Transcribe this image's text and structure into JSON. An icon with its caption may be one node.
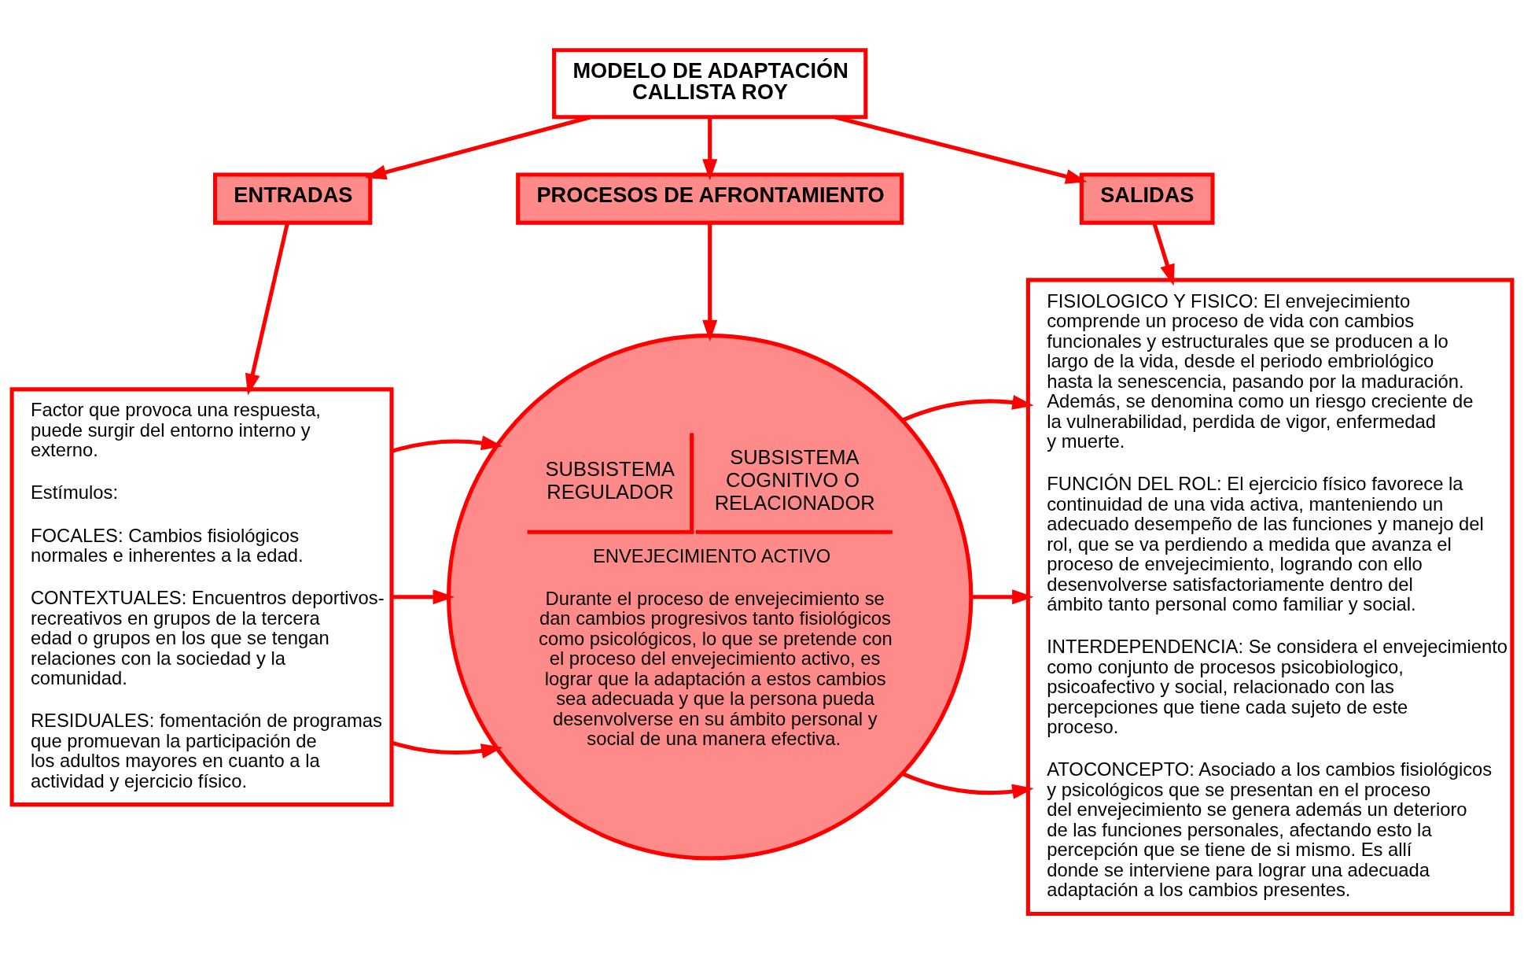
{
  "diagram": {
    "nodes": [
      {
        "text": [
          "MODELO DE ADAPTACIÓN CALLISTA ROY"
        ]
      },
      {
        "text": [
          "ENTRADAS"
        ]
      },
      {
        "text": [
          "PROCESOS DE AFRONTAMIENTO"
        ]
      },
      {
        "text": [
          "SALIDAS"
        ]
      },
      {
        "text": [
          "Factor que provoca una respuesta, puede surgir del entorno interno y externo.",
          "Estímulos:",
          "FOCALES: Cambios fisiológicos normales e inherentes a la edad.",
          "CONTEXTUALES: Encuentros deportivos-recreativos en grupos de la tercera edad o grupos en los que se tengan relaciones con la sociedad y la comunidad.",
          "RESIDUALES: fomentación de programas que promuevan la participación de los adultos mayores en cuanto a la actividad y ejercicio físico."
        ]
      },
      {
        "text": [],
        "shape": "circle"
      },
      {
        "text": [
          "SUBSISTEMA REGULADOR"
        ],
        "in": 5
      },
      {
        "text": [
          "SUBSISTEMA COGNITIVO O RELACIONADOR"
        ],
        "in": 5
      },
      {
        "text": [
          "ENVEJECIMIENTO ACTIVO",
          "Durante el proceso de envejecimiento se dan cambios progresivos tanto fisiológicos como psicológicos, lo que se pretende con el proceso del envejecimiento activo, es lograr que la adaptación a estos cambios sea adecuada y que la persona pueda desenvolverse en su ámbito personal y social de una manera efectiva."
        ],
        "in": 5
      },
      {
        "text": [
          "FISIOLOGICO Y FISICO: El envejecimiento comprende un proceso de vida con cambios funcionales y estructurales que se producen a lo largo de la vida, desde el periodo embriológico hasta la senescencia, pasando por la maduración. Además, se denomina como un riesgo creciente de la vulnerabilidad, perdida de vigor, enfermedad y muerte.",
          "FUNCIÓN DEL ROL: El ejercicio físico favorece la continuidad de una vida activa, manteniendo un adecuado desempeño de las funciones y manejo del rol, que se va perdiendo a medida que avanza el proceso de envejecimiento, logrando con ello desenvolverse satisfactoriamente dentro del ámbito tanto personal como familiar y social.",
          "INTERDEPENDENCIA: Se considera el envejecimiento como conjunto de procesos psicobiologico, psicoafectivo y social, relacionado con las percepciones que tiene cada sujeto de este proceso.",
          "ATOCONCEPTO: Asociado a los cambios fisiológicos y psicológicos que se presentan en el proceso del envejecimiento se genera además un deterioro de las funciones personales, afectando esto la percepción que se tiene de si mismo. Es allí donde se interviene para lograr una adecuada adaptación a los cambios presentes."
        ]
      }
    ],
    "edges": [
      {
        "from": 0,
        "to": 1,
        "arrow": "to"
      },
      {
        "from": 0,
        "to": 2,
        "arrow": "to"
      },
      {
        "from": 0,
        "to": 3,
        "arrow": "to"
      },
      {
        "from": 1,
        "to": 4,
        "arrow": "to"
      },
      {
        "from": 2,
        "to": 5,
        "arrow": "to"
      },
      {
        "from": 3,
        "to": 9,
        "arrow": "to"
      },
      {
        "from": 4,
        "to": 5,
        "arrow": "to"
      },
      {
        "from": 4,
        "to": 5,
        "arrow": "to"
      },
      {
        "from": 4,
        "to": 5,
        "arrow": "to"
      },
      {
        "from": 5,
        "to": 9,
        "arrow": "to"
      },
      {
        "from": 5,
        "to": 9,
        "arrow": "to"
      },
      {
        "from": 5,
        "to": 9,
        "arrow": "to"
      }
    ]
  }
}
